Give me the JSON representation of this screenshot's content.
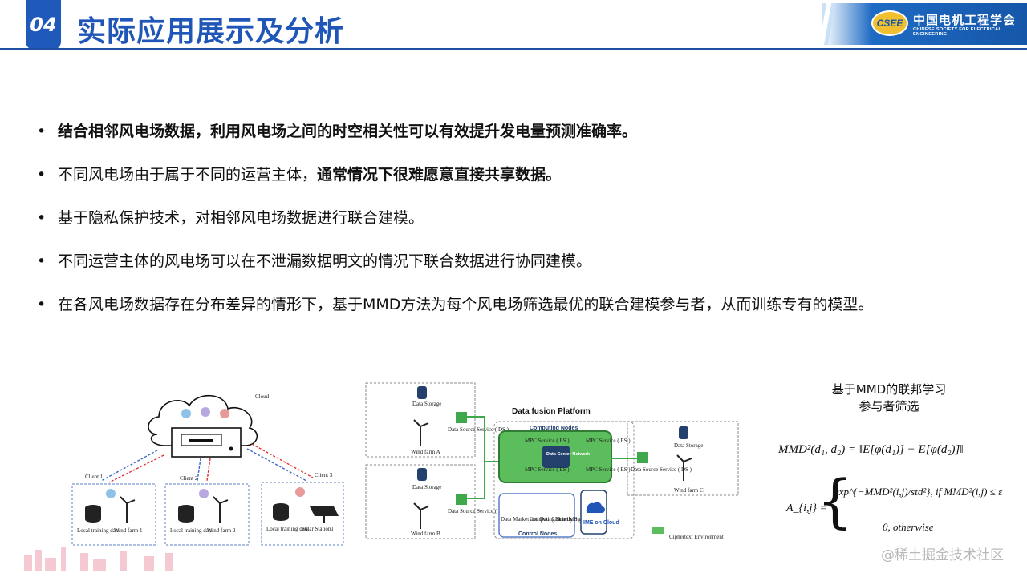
{
  "header": {
    "section_number": "04",
    "title": "实际应用展示及分析",
    "brand_logo_text": "CSEE",
    "brand_name_cn": "中国电机工程学会",
    "brand_name_en": "CHINESE SOCIETY FOR ELECTRICAL ENGINEERING",
    "accent_color": "#1f56b8"
  },
  "bullets": [
    {
      "normal": "",
      "bold": "结合相邻风电场数据，利用风电场之间的时空相关性可以有效提升发电量预测准确率。"
    },
    {
      "normal": "不同风电场由于属于不同的运营主体，",
      "bold": "通常情况下很难愿意直接共享数据。"
    },
    {
      "normal": "基于隐私保护技术，对相邻风电场数据进行联合建模。",
      "bold": ""
    },
    {
      "normal": "不同运营主体的风电场可以在不泄漏数据明文的情况下联合数据进行协同建模。",
      "bold": ""
    },
    {
      "normal": "在各风电场数据存在分布差异的情形下，基于MMD方法为每个风电场筛选最优的联合建模参与者，从而训练专有的模型。",
      "bold": ""
    }
  ],
  "figure1": {
    "cloud_label": "Cloud",
    "clients": [
      {
        "name": "Client 1",
        "data_label": "Local training data",
        "site_label": "Wind farm 1"
      },
      {
        "name": "Client 2",
        "data_label": "Local training data",
        "site_label": "Wind farm 2"
      },
      {
        "name": "Client 3",
        "data_label": "Local training data",
        "site_label": "Solar Station1"
      }
    ]
  },
  "figure2": {
    "platform_title": "Data fusion Platform",
    "computing_nodes": "Computing Nodes",
    "control_nodes": "Control Nodes",
    "center": "Data Center Network",
    "mpc_es": "MPC Service ( ES )",
    "data_storage": "Data Storage",
    "ds_service": "Data Source Service ( DS )",
    "wind_a": "Wind farm A",
    "wind_b": "Wind farm B",
    "wind_c": "Wind farm C",
    "control_items": [
      "Data Market and Data List",
      "Computing Scheduling",
      "Identify Service"
    ],
    "ime": "IME on Cloud",
    "legend": "Ciphertext Environment"
  },
  "mmd": {
    "title_line1": "基于MMD的联邦学习",
    "title_line2": "参与者筛选",
    "formula1": "MMD²(d₁, d₂) = ‖E[φ(d₁)] − E[φ(d₂)]‖",
    "formula2_lhs": "A_{i,j} =",
    "formula2_case1": "exp^{−MMD²(i,j)/std²}, if MMD²(i,j) ≤ ε",
    "formula2_case2": "0, otherwise"
  },
  "watermark": "@稀土掘金技术社区"
}
